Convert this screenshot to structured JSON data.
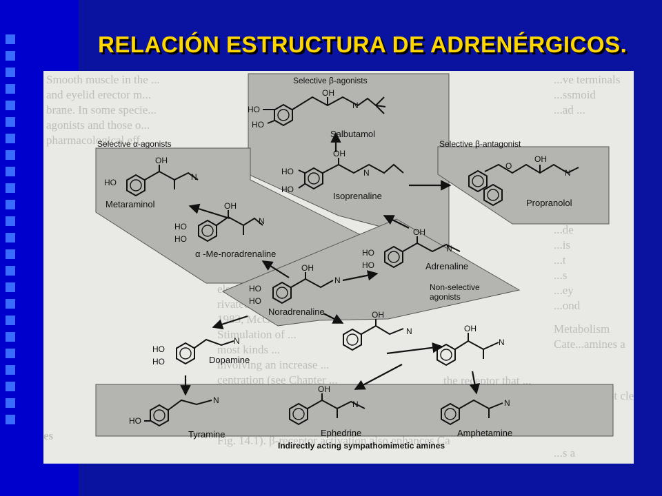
{
  "title": "RELACIÓN ESTRUCTURA DE ADRENÉRGICOS.",
  "diagram": {
    "panels": {
      "selective_beta_agonists": "Selective β-agonists",
      "selective_alpha_agonists": "Selective α-agonists",
      "selective_beta_antagonist": "Selective β-antagonist",
      "non_selective_agonists_1": "Non-selective",
      "non_selective_agonists_2": "agonists",
      "indirect": "Indirectly acting sympathomimetic amines"
    },
    "compounds": {
      "salbutamol": "Salbutamol",
      "isoprenaline": "Isoprenaline",
      "propranolol": "Propranolol",
      "metaraminol": "Metaraminol",
      "me_noradrenaline": "α -Me-noradrenaline",
      "adrenaline": "Adrenaline",
      "noradrenaline": "Noradrenaline",
      "dopamine": "Dopamine",
      "tyramine": "Tyramine",
      "ephedrine": "Ephedrine",
      "amphetamine": "Amphetamine"
    },
    "groups": {
      "oh": "OH",
      "ho": "HO",
      "n": "N",
      "o": "O"
    }
  }
}
